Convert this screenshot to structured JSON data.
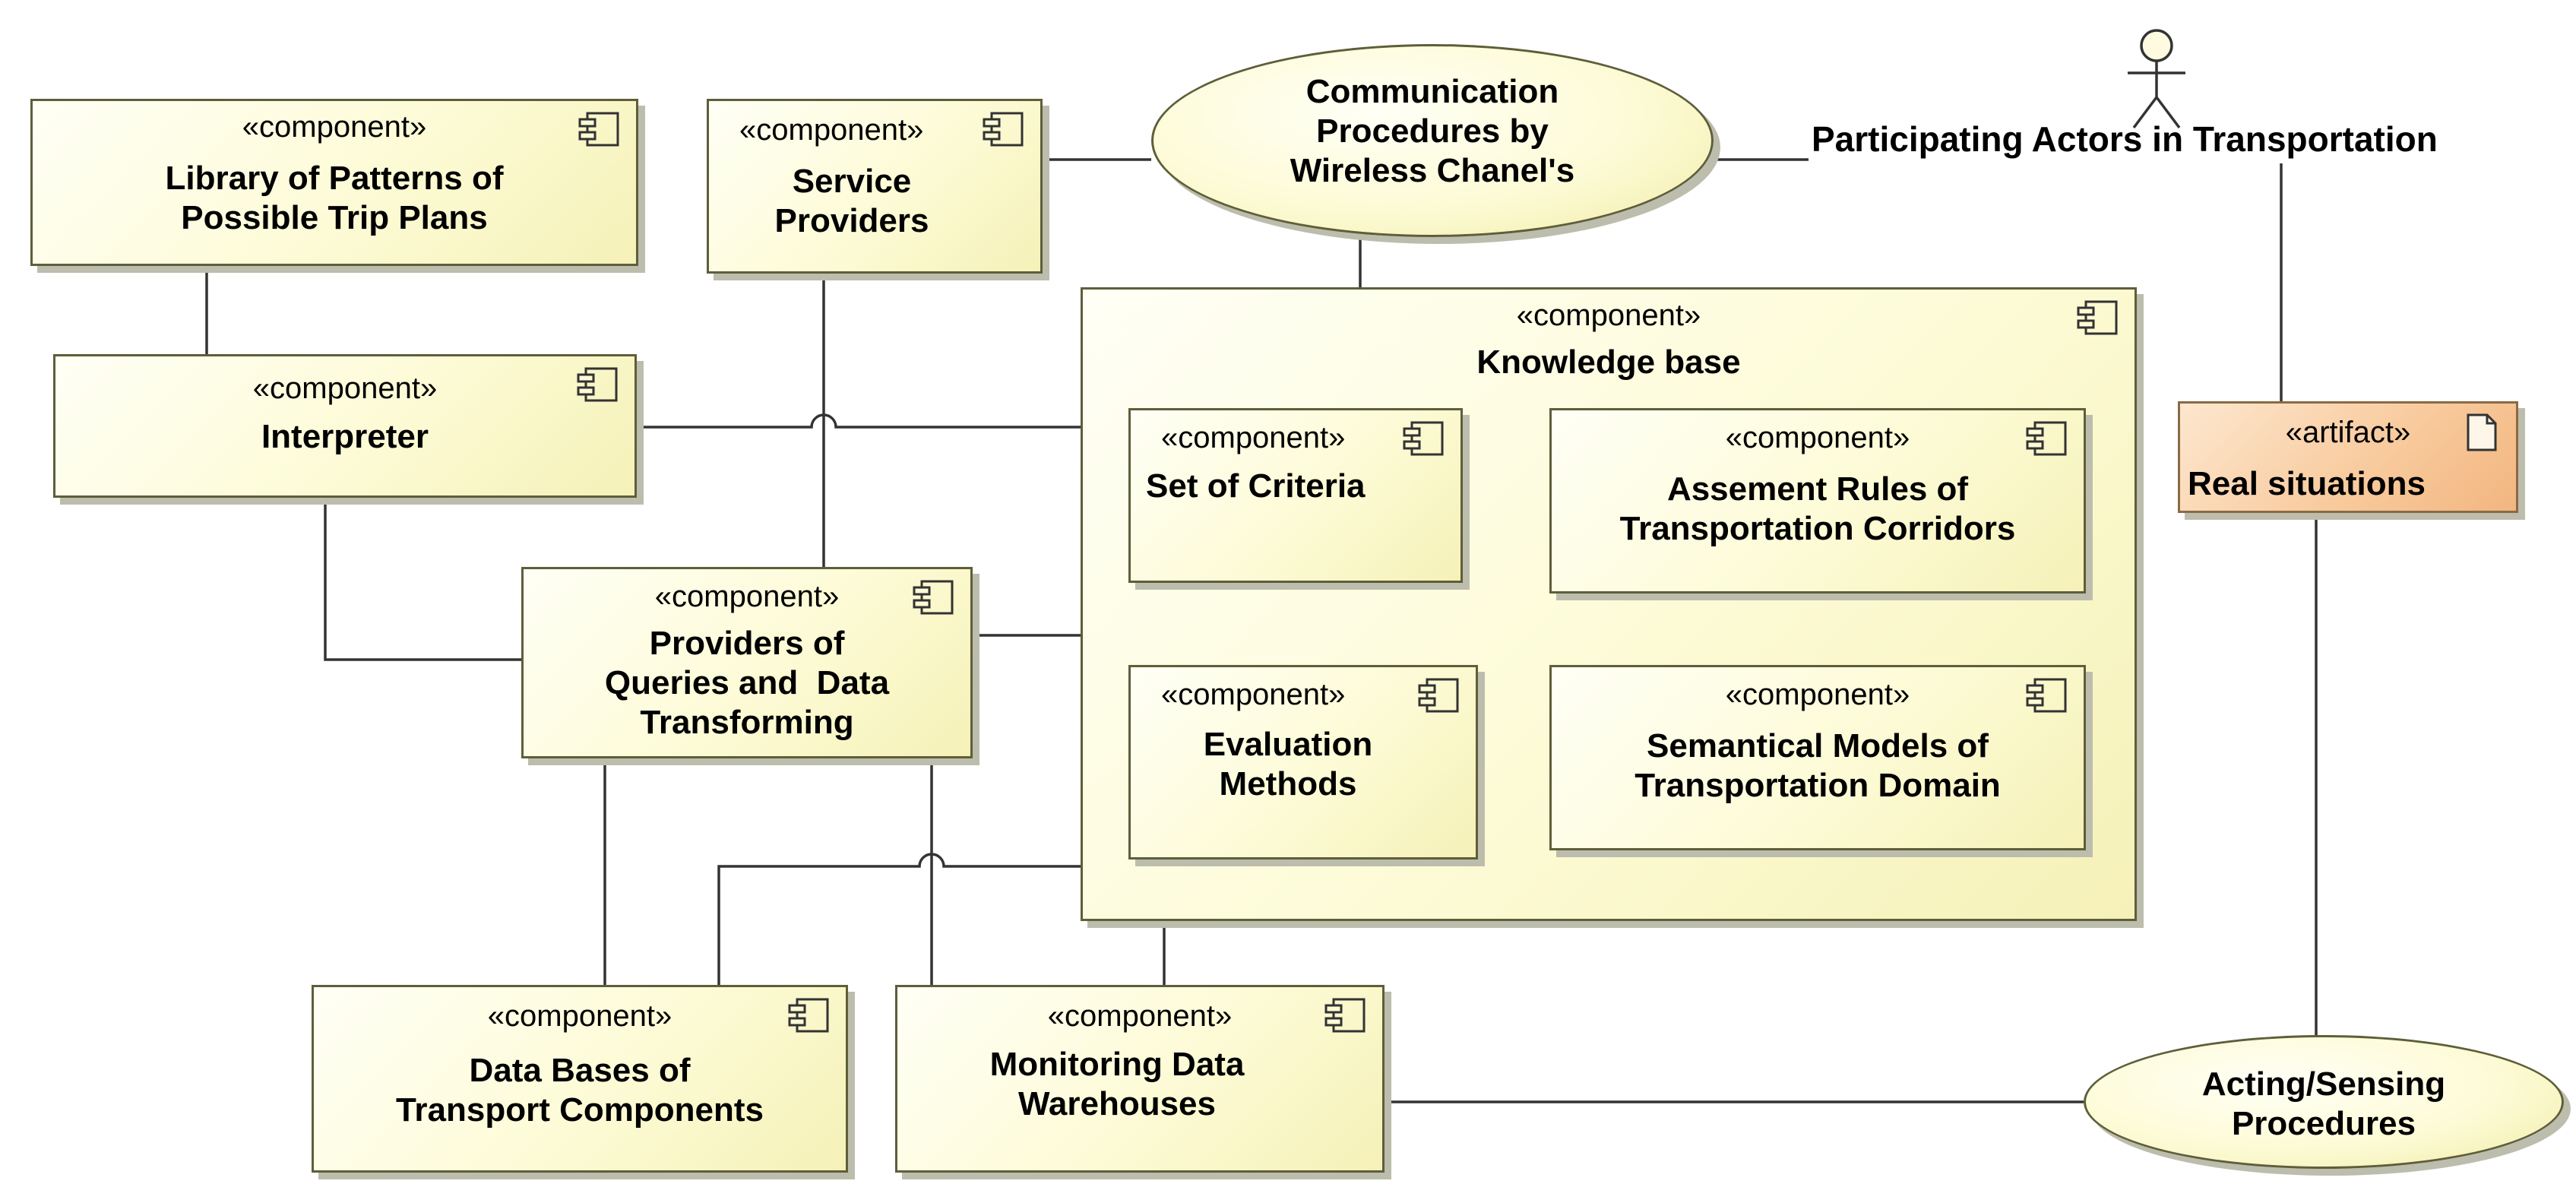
{
  "stereotypes": {
    "component": "«component»",
    "artifact": "«artifact»"
  },
  "components": {
    "library": "Library of Patterns of\nPossible Trip Plans",
    "service_providers": "Service\nProviders",
    "interpreter": "Interpreter",
    "providers_queries": "Providers of\nQueries and  Data\nTransforming",
    "knowledge_base": "Knowledge base",
    "set_of_criteria": "Set of Criteria",
    "assessment_rules": "Assement Rules of\nTransportation Corridors",
    "evaluation_methods": "Evaluation\nMethods",
    "semantical_models": "Semantical Models of\nTransportation Domain",
    "data_bases": "Data Bases of\nTransport Components",
    "monitoring": "Monitoring Data\nWarehouses"
  },
  "artifacts": {
    "real_situations": "Real situations"
  },
  "use_cases": {
    "communication": "Communication\nProcedures by\nWireless Chanel's",
    "acting_sensing": "Acting/Sensing\nProcedures"
  },
  "actors": {
    "participating": "Participating Actors in Transportation"
  },
  "colors": {
    "component_fill": "#fdfbd6",
    "artifact_fill": "#f8c99b",
    "border": "#5e5e3a",
    "shadow": "#bdbdad"
  },
  "icons": [
    "component-icon",
    "artifact-document-icon",
    "actor-stick-figure-icon"
  ]
}
